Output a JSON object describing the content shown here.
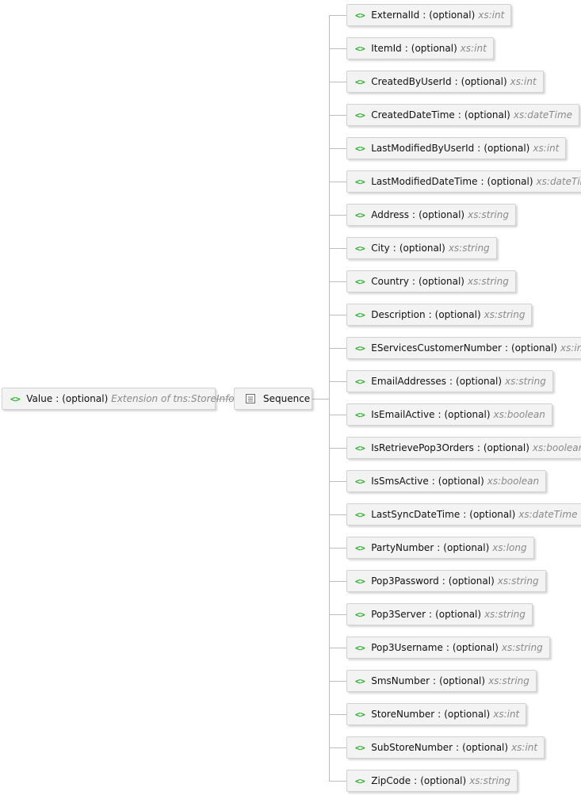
{
  "root": {
    "icon": "element-icon",
    "icon_text": "<>",
    "name": "Value",
    "separator": ":",
    "optional": "(optional)",
    "type": "Extension of tns:StoreInfo"
  },
  "sequence": {
    "icon": "sequence-icon",
    "label": "Sequence"
  },
  "children": [
    {
      "icon_text": "<>",
      "name": "ExternalId",
      "separator": ":",
      "optional": "(optional)",
      "type": "xs:int"
    },
    {
      "icon_text": "<>",
      "name": "ItemId",
      "separator": ":",
      "optional": "(optional)",
      "type": "xs:int"
    },
    {
      "icon_text": "<>",
      "name": "CreatedByUserId",
      "separator": ":",
      "optional": "(optional)",
      "type": "xs:int"
    },
    {
      "icon_text": "<>",
      "name": "CreatedDateTime",
      "separator": ":",
      "optional": "(optional)",
      "type": "xs:dateTime"
    },
    {
      "icon_text": "<>",
      "name": "LastModifiedByUserId",
      "separator": ":",
      "optional": "(optional)",
      "type": "xs:int"
    },
    {
      "icon_text": "<>",
      "name": "LastModifiedDateTime",
      "separator": ":",
      "optional": "(optional)",
      "type": "xs:dateTime"
    },
    {
      "icon_text": "<>",
      "name": "Address",
      "separator": ":",
      "optional": "(optional)",
      "type": "xs:string"
    },
    {
      "icon_text": "<>",
      "name": "City",
      "separator": ":",
      "optional": "(optional)",
      "type": "xs:string"
    },
    {
      "icon_text": "<>",
      "name": "Country",
      "separator": ":",
      "optional": "(optional)",
      "type": "xs:string"
    },
    {
      "icon_text": "<>",
      "name": "Description",
      "separator": ":",
      "optional": "(optional)",
      "type": "xs:string"
    },
    {
      "icon_text": "<>",
      "name": "EServicesCustomerNumber",
      "separator": ":",
      "optional": "(optional)",
      "type": "xs:int"
    },
    {
      "icon_text": "<>",
      "name": "EmailAddresses",
      "separator": ":",
      "optional": "(optional)",
      "type": "xs:string"
    },
    {
      "icon_text": "<>",
      "name": "IsEmailActive",
      "separator": ":",
      "optional": "(optional)",
      "type": "xs:boolean"
    },
    {
      "icon_text": "<>",
      "name": "IsRetrievePop3Orders",
      "separator": ":",
      "optional": "(optional)",
      "type": "xs:boolean"
    },
    {
      "icon_text": "<>",
      "name": "IsSmsActive",
      "separator": ":",
      "optional": "(optional)",
      "type": "xs:boolean"
    },
    {
      "icon_text": "<>",
      "name": "LastSyncDateTime",
      "separator": ":",
      "optional": "(optional)",
      "type": "xs:dateTime"
    },
    {
      "icon_text": "<>",
      "name": "PartyNumber",
      "separator": ":",
      "optional": "(optional)",
      "type": "xs:long"
    },
    {
      "icon_text": "<>",
      "name": "Pop3Password",
      "separator": ":",
      "optional": "(optional)",
      "type": "xs:string"
    },
    {
      "icon_text": "<>",
      "name": "Pop3Server",
      "separator": ":",
      "optional": "(optional)",
      "type": "xs:string"
    },
    {
      "icon_text": "<>",
      "name": "Pop3Username",
      "separator": ":",
      "optional": "(optional)",
      "type": "xs:string"
    },
    {
      "icon_text": "<>",
      "name": "SmsNumber",
      "separator": ":",
      "optional": "(optional)",
      "type": "xs:string"
    },
    {
      "icon_text": "<>",
      "name": "StoreNumber",
      "separator": ":",
      "optional": "(optional)",
      "type": "xs:int"
    },
    {
      "icon_text": "<>",
      "name": "SubStoreNumber",
      "separator": ":",
      "optional": "(optional)",
      "type": "xs:int"
    },
    {
      "icon_text": "<>",
      "name": "ZipCode",
      "separator": ":",
      "optional": "(optional)",
      "type": "xs:string"
    }
  ],
  "colors": {
    "element_icon": "#22b022",
    "type_text": "#8a8a8a",
    "node_fill": "#f3f3f3",
    "node_border": "#d2d2d2",
    "connector": "#bcbcbc"
  }
}
